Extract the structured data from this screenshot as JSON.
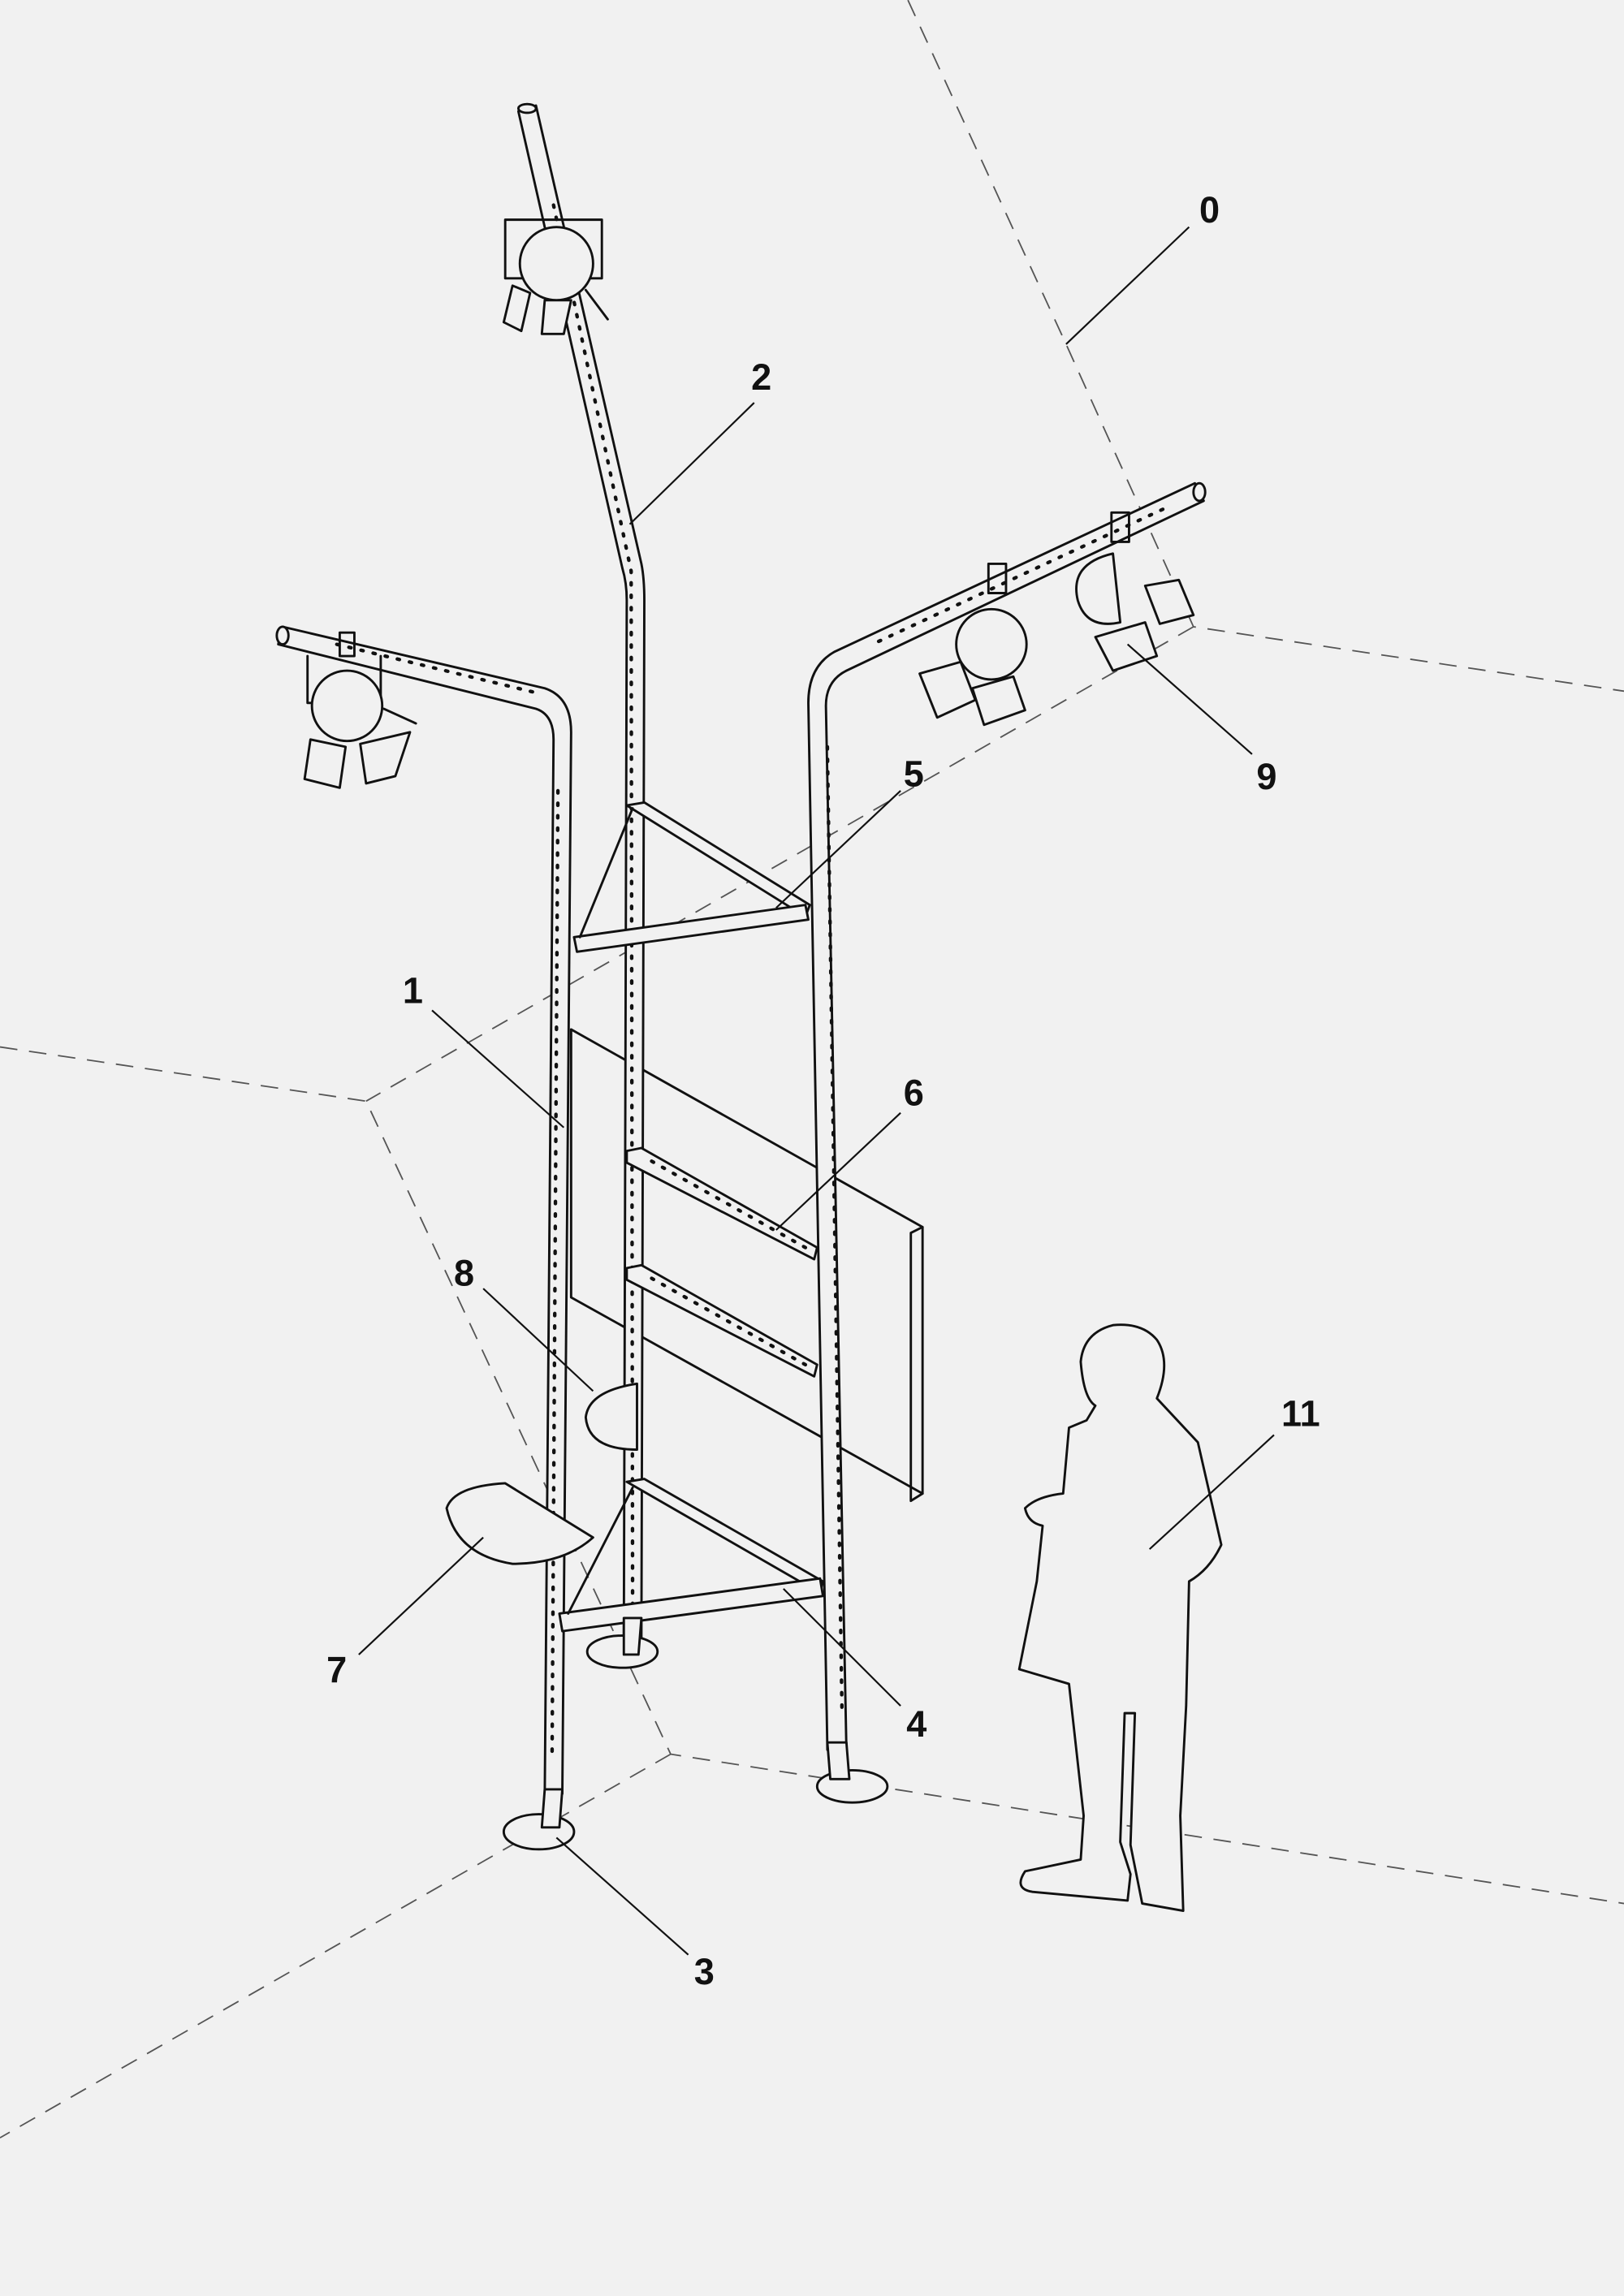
{
  "diagram": {
    "labels": {
      "l0": "0",
      "l1": "1",
      "l2": "2",
      "l3": "3",
      "l4": "4",
      "l5": "5",
      "l6": "6",
      "l7": "7",
      "l8": "8",
      "l9": "9",
      "l11": "11"
    },
    "colors": {
      "background": "#f1f1f1",
      "ink": "#111111"
    }
  }
}
